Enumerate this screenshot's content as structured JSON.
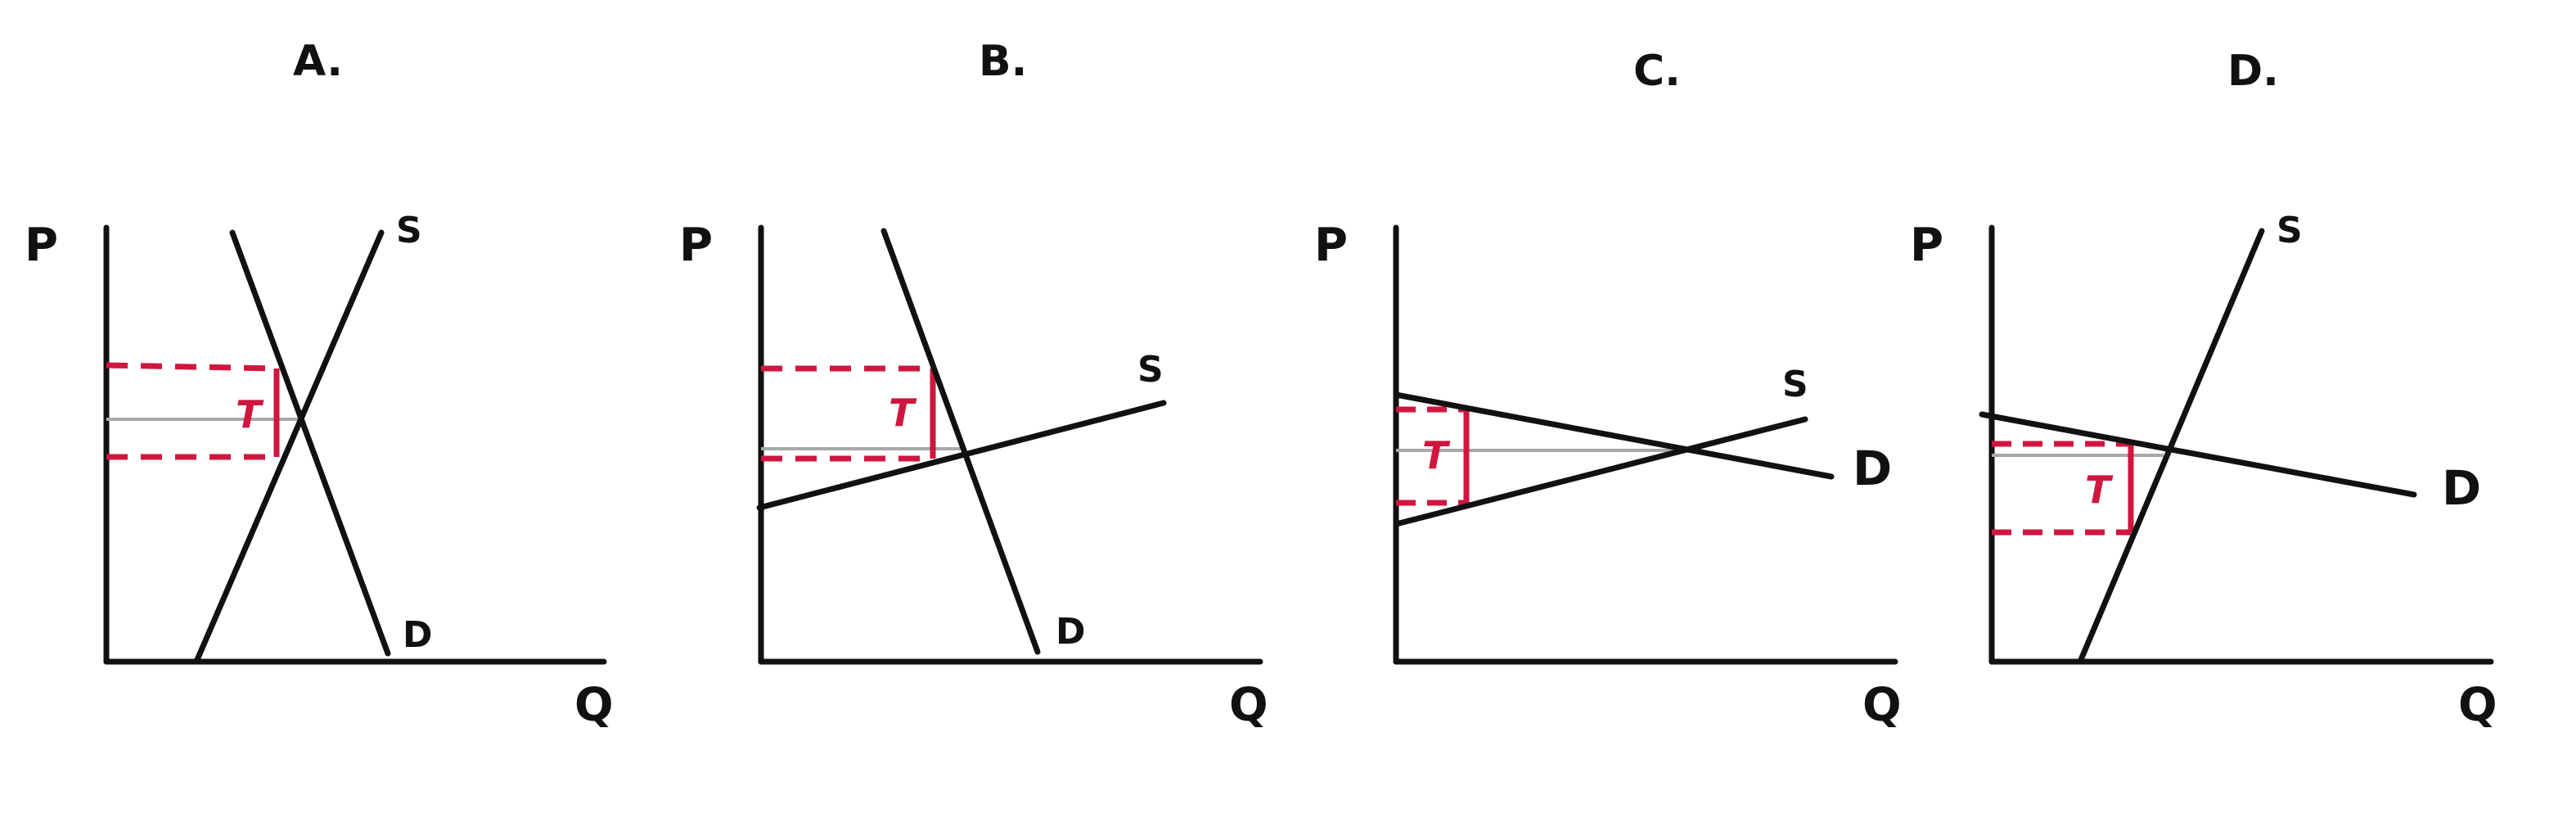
{
  "panels": [
    {
      "title": "A.",
      "y_axis": "P",
      "x_axis": "Q",
      "supply_label": "S",
      "demand_label": "D",
      "tax_label": "T"
    },
    {
      "title": "B.",
      "y_axis": "P",
      "x_axis": "Q",
      "supply_label": "S",
      "demand_label": "D",
      "tax_label": "T"
    },
    {
      "title": "C.",
      "y_axis": "P",
      "x_axis": "Q",
      "supply_label": "S",
      "demand_label": "D",
      "tax_label": "T"
    },
    {
      "title": "D.",
      "y_axis": "P",
      "x_axis": "Q",
      "supply_label": "S",
      "demand_label": "D",
      "tax_label": "T"
    }
  ],
  "colors": {
    "ink": "#111111",
    "tax_box": "#d0163f",
    "equilibrium_line": "#a8a8a8"
  }
}
